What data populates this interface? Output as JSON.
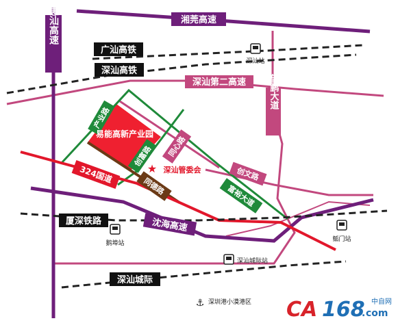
{
  "colors": {
    "purple": "#6e1f7a",
    "pink": "#c2487e",
    "green": "#1f8a3a",
    "red": "#e2172b",
    "brown": "#6b3a16",
    "rail": "#222222",
    "logo_red": "#d8232a",
    "logo_blue": "#1f6fb5"
  },
  "roads": {
    "hehuishan": "河惠汕高速",
    "xiangguan": "湘莞高速",
    "guangshan_rail": "广汕高铁",
    "shenshan_rail": "深汕高铁",
    "shenshan_second": "深汕第二高速",
    "wangpeng": "望鹏大道",
    "chanye": "产业路",
    "chuangfu": "创富路",
    "tongxin": "同心路",
    "tongde": "同德路",
    "guodao324": "324国道",
    "chuangwen": "创文路",
    "fuyu": "富裕大道",
    "xiashen_rail": "厦深铁路",
    "shenhai": "沈海高速",
    "shenshan_intercity": "深汕城际"
  },
  "places": {
    "park": "易能高新产业园",
    "committee": "深汕管委会",
    "shenshan_station": "深汕站",
    "ebu_station": "鹅埠站",
    "baomen_station": "鲘门站",
    "intercity_station": "深汕城际站",
    "xiaomo_port": "深圳港小漠港区"
  },
  "watermark": {
    "logo_ca": "CA",
    "logo_num": "168",
    "logo_dot": ".",
    "logo_com": "com",
    "logo_cn": "中自网"
  }
}
